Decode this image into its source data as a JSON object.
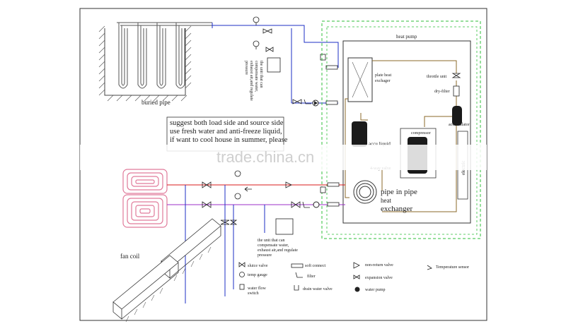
{
  "labels": {
    "heat_pump": "heat pump",
    "buried_pipe": "buried pipe",
    "plate_hx_1": "plate heat",
    "plate_hx_2": "exchager",
    "throttle_unit": "throttle unit",
    "dry_filter": "dry-filter",
    "accumulator": "accumulator",
    "compressor": "compressor",
    "liquid": "accu liquid",
    "four_way_valve": "4-way valve",
    "electric": "electric",
    "pipe_in_pipe_1": "pipe in pipe",
    "pipe_in_pipe_2": "heat",
    "pipe_in_pipe_3": "exchanger",
    "fan_coil": "fan coil",
    "unit_note_1": "the unit that can",
    "unit_note_2": "compensate water,",
    "unit_note_3": "exhaust air,and regulate",
    "unit_note_4": "pressure",
    "vertical_note_1": "the unit that can",
    "vertical_note_2": "compensate water,",
    "vertical_note_3": "exhaust air,and regulate",
    "vertical_note_4": "pressure"
  },
  "note_box": {
    "line1": "suggest both load side and source side",
    "line2": "use fresh water and anti-freeze liquid,",
    "line3": "if want to cool house in summer, please"
  },
  "legend": {
    "sluice_valve": "sluice valve",
    "temp_gauge": "temp gauge",
    "water_flow_switch_1": "water flow",
    "water_flow_switch_2": "switch",
    "soft_connect": "soft connect",
    "filter": "filter",
    "drain_water_valve": "drain water valve",
    "non_return_valve": "non-return valve",
    "expansion_valve": "expansion valve",
    "water_pump": "water pump",
    "temperature_sensor": "Temperature sensor"
  },
  "watermark": "trade.china.cn",
  "colors": {
    "source_loop": "#1c2fc4",
    "load_loop_hot": "#d81b1b",
    "load_loop_return": "#9b2fc8",
    "refrigerant": "#8b6a2a",
    "heat_pump_boundary": "#2fbf3a",
    "ink": "#222222",
    "floor_heating": "#e07a9a"
  }
}
